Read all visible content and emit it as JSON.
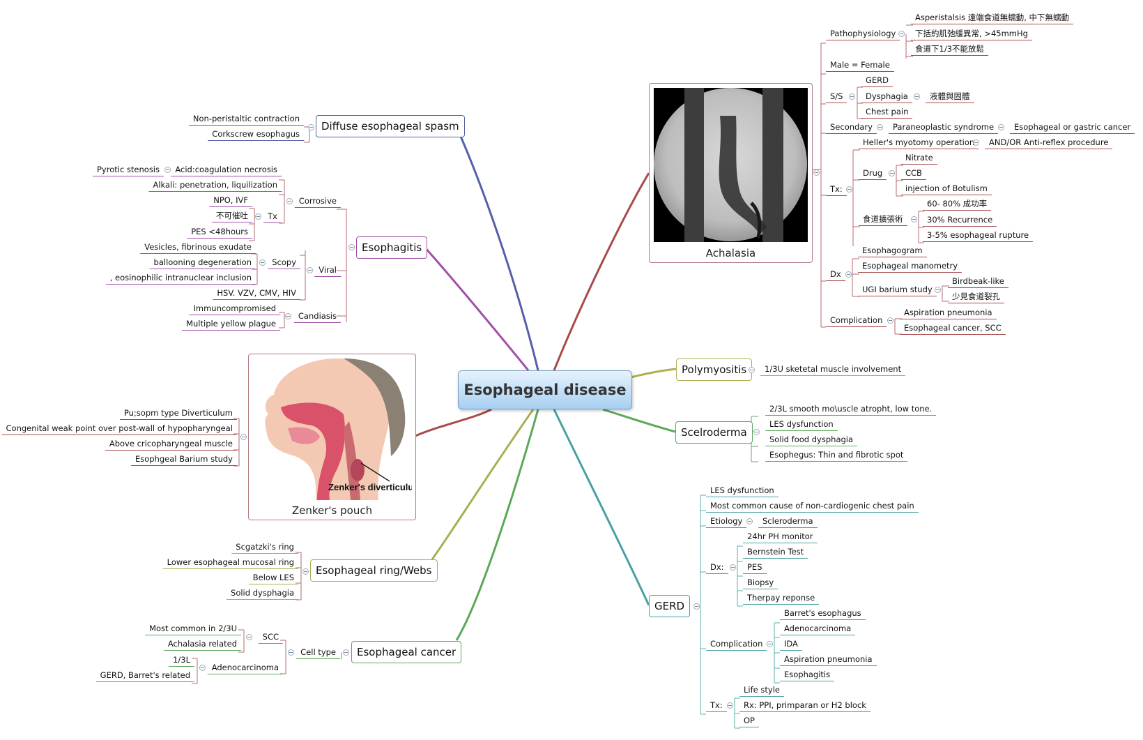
{
  "central": "Esophageal disease",
  "achalasia": {
    "caption": "Achalasia",
    "pathophysiology": {
      "label": "Pathophysiology",
      "items": [
        "Asperistalsis 遠端食道無蠕動, 中下無蠕動",
        "下括約肌弛緩異常, >45mmHg",
        "食道下1/3不能放鬆"
      ]
    },
    "male_female": "Male = Female",
    "ss": {
      "label": "S/S",
      "gerd": "GERD",
      "dysphagia": "Dysphagia",
      "dysphagia_note": "液體與固體",
      "chest_pain": "Chest pain"
    },
    "secondary": {
      "label": "Secondary",
      "paraneoplastic": "Paraneoplastic syndrome",
      "cancer": "Esophageal or gastric cancer"
    },
    "tx": {
      "label": "Tx:",
      "heller": "Heller's myotomy operation",
      "anti_reflex": "AND/OR Anti-reflex procedure",
      "drug": "Drug",
      "drugs": [
        "Nitrate",
        "CCB",
        "injection of Botulism"
      ],
      "dilation": "食道擴張術",
      "dilation_items": [
        "60- 80% 成功率",
        "30% Recurrence",
        "3-5% esophageal rupture"
      ]
    },
    "dx": {
      "label": "Dx",
      "esophagogram": "Esophagogram",
      "manometry": "Esophageal manometry",
      "ugi": "UGI barium study",
      "ugi_items": [
        "Birdbeak-like",
        "少見食道裂孔"
      ]
    },
    "complication": {
      "label": "Complication",
      "items": [
        "Aspiration pneumonia",
        "Esophageal cancer, SCC"
      ]
    }
  },
  "diffuse": {
    "title": "Diffuse esophageal spasm",
    "items": [
      "Non-peristaltic contraction",
      "Corkscrew esophagus"
    ]
  },
  "esophagitis": {
    "title": "Esophagitis",
    "corrosive": {
      "label": "Corrosive",
      "pyrotic": "Pyrotic stenosis",
      "acid": "Acid:coagulation necrosis",
      "alkali": "Alkali: penetration, liquilization",
      "tx": "Tx",
      "tx_items": [
        "NPO, IVF",
        "不可催吐",
        "PES <48hours"
      ]
    },
    "viral": {
      "label": "Viral",
      "scopy": "Scopy",
      "scopy_items": [
        "Vesicles,  fibrinous exudate",
        "ballooning degeneration",
        ", eosinophilic intranuclear inclusion"
      ],
      "hsv": "HSV. VZV, CMV, HIV"
    },
    "candidiasis": {
      "label": "Candiasis",
      "items": [
        "Immuncompromised",
        "Multiple yellow plague"
      ]
    }
  },
  "zenker": {
    "caption": "Zenker's pouch",
    "image_label": "Zenker's diverticulum",
    "items": [
      "Pu;sopm type Diverticulum",
      "Congenital weak point over post-wall of hypopharyngeal",
      "Above cricopharyngeal muscle",
      "Esophgeal Barium study"
    ]
  },
  "ring": {
    "title": "Esophageal ring/Webs",
    "items": [
      "Scgatzki's ring",
      "Lower esophageal mucosal ring",
      "Below LES",
      "Solid dysphagia"
    ]
  },
  "cancer": {
    "title": "Esophageal cancer",
    "cell_type": "Cell type",
    "scc": "SCC",
    "scc_items": [
      "Most common in 2/3U",
      "Achalasia related"
    ],
    "adeno": "Adenocarcinoma",
    "adeno_items": [
      "1/3L",
      "GERD, Barret's related"
    ]
  },
  "polymyositis": {
    "title": "Polymyositis",
    "item": "1/3U sketetal muscle involvement"
  },
  "scleroderma": {
    "title": "Scelroderma",
    "items": [
      "2/3L smooth mo\\uscle atropht, low tone.",
      "LES dysfunction",
      "Solid food dysphagia",
      "Esophegus: Thin and fibrotic spot"
    ]
  },
  "gerd": {
    "title": "GERD",
    "les": "LES dysfunction",
    "most_common": "Most common cause of non-cardiogenic chest pain",
    "etiology": "Etiology",
    "etiology_item": "Scleroderma",
    "dx": "Dx:",
    "dx_items": [
      "24hr PH monitor",
      "Bernstein Test",
      "PES",
      "Biopsy",
      "Therpay reponse"
    ],
    "complication": "Complication",
    "complication_items": [
      "Barret's esophagus",
      "Adenocarcinoma",
      "IDA",
      "Aspiration pneumonia",
      "Esophagitis"
    ],
    "tx": "Tx:",
    "tx_items": [
      "Life style",
      "Rx: PPI, primparan or H2 block",
      "OP"
    ]
  }
}
